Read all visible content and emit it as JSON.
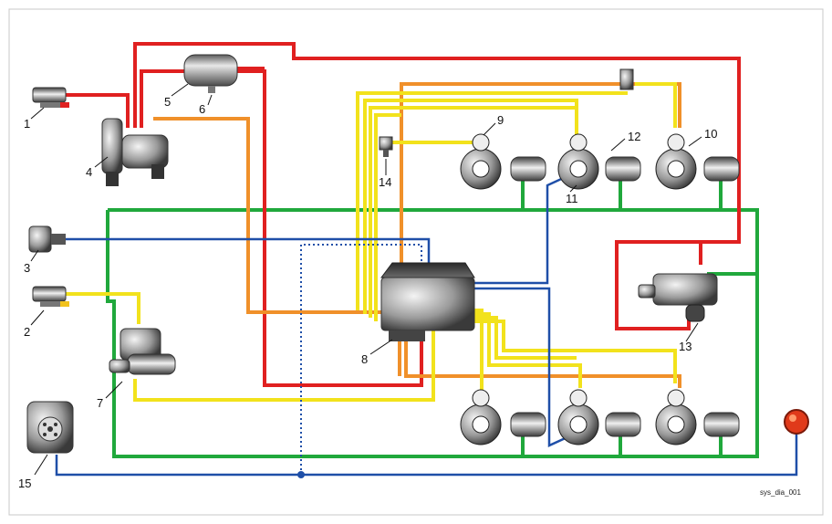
{
  "diagram": {
    "reference": "sys_dia_001",
    "labels": [
      "1",
      "2",
      "3",
      "4",
      "5",
      "6",
      "7",
      "8",
      "9",
      "10",
      "11",
      "12",
      "13",
      "14",
      "15"
    ]
  },
  "colors": {
    "red": "#e02020",
    "orange": "#f0902a",
    "yellow": "#f2e21c",
    "green": "#20a83c",
    "blue": "#1f4fa8",
    "border": "#c8c8c8"
  }
}
